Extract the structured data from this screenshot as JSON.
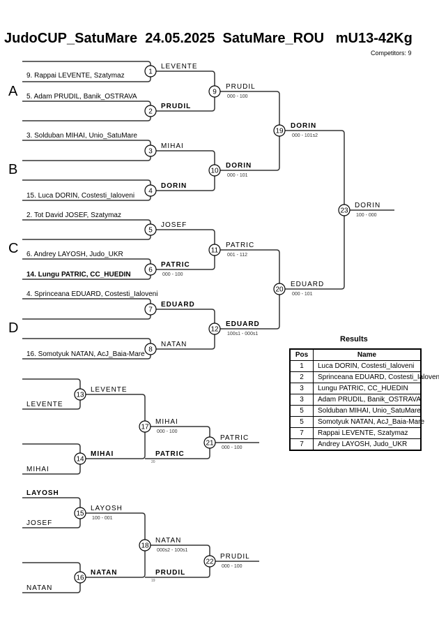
{
  "header": {
    "title": "JudoCUP_SatuMare  24.05.2025  SatuMare_ROU   mU13-42Kg",
    "competitors": "Competitors: 9"
  },
  "pools": [
    "A",
    "B",
    "C",
    "D"
  ],
  "entries": [
    {
      "text": "9. Rappai LEVENTE, Szatymaz",
      "bold": false
    },
    {
      "text": "5. Adam PRUDIL, Banik_OSTRAVA",
      "bold": false
    },
    {
      "text": "3. Solduban MIHAI, Unio_SatuMare",
      "bold": false
    },
    {
      "text": "15. Luca  DORIN, Costesti_Ialoveni",
      "bold": false
    },
    {
      "text": "2. Tot David JOSEF, Szatymaz",
      "bold": false
    },
    {
      "text": "6. Andrey LAYOSH, Judo_UKR",
      "bold": false
    },
    {
      "text": "14. Lungu PATRIC, CC_HUEDIN",
      "bold": true
    },
    {
      "text": "4. Sprinceana EDUARD, Costesti_Ialoveni",
      "bold": false
    },
    {
      "text": "16. Somotyuk NATAN, AcJ_Baia-Mare",
      "bold": false
    }
  ],
  "matches": {
    "m1": {
      "num": "1",
      "winner": "LEVENTE",
      "bold": false,
      "score": ""
    },
    "m2": {
      "num": "2",
      "winner": "PRUDIL",
      "bold": true,
      "score": ""
    },
    "m3": {
      "num": "3",
      "winner": "MIHAI",
      "bold": false,
      "score": ""
    },
    "m4": {
      "num": "4",
      "winner": "DORIN",
      "bold": true,
      "score": ""
    },
    "m5": {
      "num": "5",
      "winner": "JOSEF",
      "bold": false,
      "score": ""
    },
    "m6": {
      "num": "6",
      "winner": "PATRIC",
      "bold": true,
      "score": "000 - 100"
    },
    "m7": {
      "num": "7",
      "winner": "EDUARD",
      "bold": true,
      "score": ""
    },
    "m8": {
      "num": "8",
      "winner": "NATAN",
      "bold": false,
      "score": ""
    },
    "m9": {
      "num": "9",
      "winner": "PRUDIL",
      "bold": false,
      "score": "000 - 100"
    },
    "m10": {
      "num": "10",
      "winner": "DORIN",
      "bold": true,
      "score": "000 - 101"
    },
    "m11": {
      "num": "11",
      "winner": "PATRIC",
      "bold": false,
      "score": "001 - 112"
    },
    "m12": {
      "num": "12",
      "winner": "EDUARD",
      "bold": true,
      "score": "100s1 - 000s1"
    },
    "m19": {
      "num": "19",
      "winner": "DORIN",
      "bold": true,
      "score": "000 - 101s2"
    },
    "m20": {
      "num": "20",
      "winner": "EDUARD",
      "bold": false,
      "score": "000 - 101"
    },
    "m23": {
      "num": "23",
      "winner": "DORIN",
      "bold": false,
      "score": "100 - 000"
    }
  },
  "repechage": {
    "r1": {
      "in13_top": {
        "text": "",
        "bold": false
      },
      "in13_bottom": {
        "text": "LEVENTE",
        "bold": false
      },
      "in14_top": {
        "text": "",
        "bold": false
      },
      "in14_bottom": {
        "text": "MIHAI",
        "bold": false
      },
      "m13": {
        "num": "13",
        "winner": "LEVENTE",
        "bold": false,
        "score": ""
      },
      "m14": {
        "num": "14",
        "winner": "MIHAI",
        "bold": true,
        "score": ""
      },
      "m17": {
        "num": "17",
        "winner": "MIHAI",
        "bold": false,
        "score": "000 - 100"
      },
      "loser_in": {
        "text": "PATRIC",
        "bold": true,
        "from": "20"
      },
      "m21": {
        "num": "21",
        "winner": "PATRIC",
        "bold": false,
        "score": "000 - 100"
      }
    },
    "r2": {
      "in15_top": {
        "text": "LAYOSH",
        "bold": true
      },
      "in15_bottom": {
        "text": "JOSEF",
        "bold": false
      },
      "in16_top": {
        "text": "",
        "bold": false
      },
      "in16_bottom": {
        "text": "NATAN",
        "bold": false
      },
      "m15": {
        "num": "15",
        "winner": "LAYOSH",
        "bold": false,
        "score": "100 - 001"
      },
      "m16": {
        "num": "16",
        "winner": "NATAN",
        "bold": true,
        "score": ""
      },
      "m18": {
        "num": "18",
        "winner": "NATAN",
        "bold": false,
        "score": "000s2 - 100s1"
      },
      "loser_in": {
        "text": "PRUDIL",
        "bold": true,
        "from": "19"
      },
      "m22": {
        "num": "22",
        "winner": "PRUDIL",
        "bold": false,
        "score": "000 - 100"
      }
    }
  },
  "results": {
    "title": "Results",
    "headers": {
      "pos": "Pos",
      "name": "Name"
    },
    "rows": [
      {
        "pos": "1",
        "name": "Luca  DORIN, Costesti_Ialoveni"
      },
      {
        "pos": "2",
        "name": "Sprinceana EDUARD, Costesti_Ialoveni"
      },
      {
        "pos": "3",
        "name": "Lungu PATRIC, CC_HUEDIN"
      },
      {
        "pos": "3",
        "name": "Adam PRUDIL, Banik_OSTRAVA"
      },
      {
        "pos": "5",
        "name": "Solduban MIHAI, Unio_SatuMare"
      },
      {
        "pos": "5",
        "name": "Somotyuk NATAN, AcJ_Baia-Mare"
      },
      {
        "pos": "7",
        "name": "Rappai LEVENTE, Szatymaz"
      },
      {
        "pos": "7",
        "name": "Andrey LAYOSH, Judo_UKR"
      }
    ]
  }
}
